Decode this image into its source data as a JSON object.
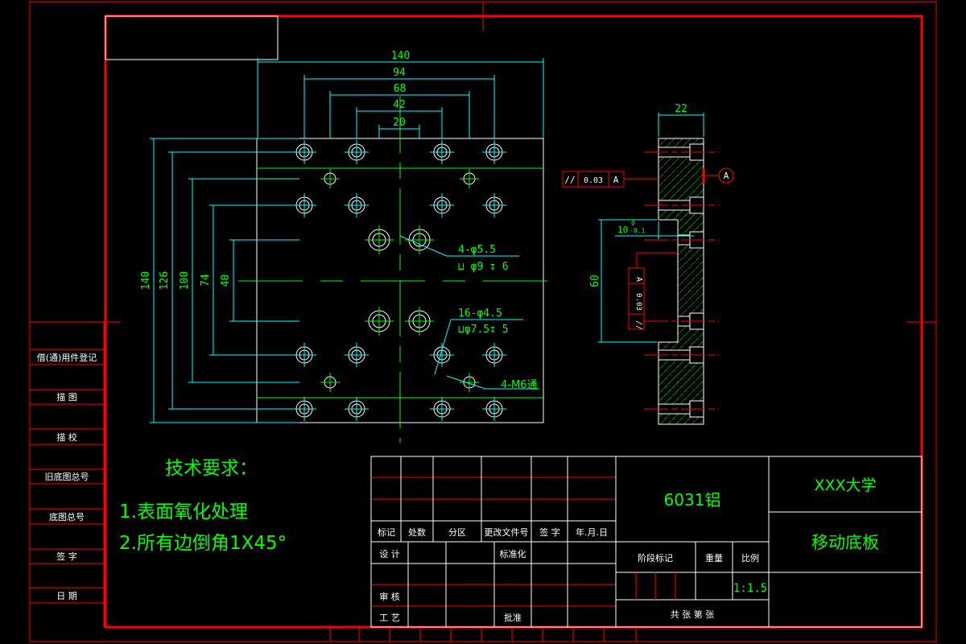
{
  "colors": {
    "frame": "#ff0000",
    "outline": "#ffffff",
    "dimension": "#00ffff",
    "text": "#00ff00",
    "background": "#000000"
  },
  "top_view": {
    "dims_horizontal": [
      "140",
      "94",
      "68",
      "42",
      "20"
    ],
    "dims_vertical": [
      "140",
      "126",
      "100",
      "74",
      "40"
    ],
    "callout_1": {
      "line1": "4-φ5.5",
      "line2": "⊔ φ9 ↧ 6"
    },
    "callout_2": {
      "line1": "16-φ4.5",
      "line2": "⊔φ7.5↧ 5"
    },
    "callout_3": "4-M6通"
  },
  "side_view": {
    "dim_width": "22",
    "dim_height": "60",
    "dim_step": "10",
    "dim_step_tol_upper": "0",
    "dim_step_tol_lower": "-0.1",
    "datum_label": "A",
    "tolerance_frame_1": {
      "symbol": "//",
      "value": "0.03",
      "datum": "A"
    },
    "tolerance_frame_2": {
      "symbol": "//",
      "value": "0.03",
      "datum": "A"
    }
  },
  "tech_requirements": {
    "title": "技术要求：",
    "items": [
      "1.表面氧化处理",
      "2.所有边倒角1X45°"
    ]
  },
  "left_strip": [
    "借(通)用件登记",
    "描  图",
    "描  校",
    "旧底图总号",
    "底图总号",
    "签  字",
    "日  期"
  ],
  "title_block": {
    "headers": [
      "标记",
      "处数",
      "分区",
      "更改文件号",
      "签 字",
      "年.月.日"
    ],
    "design": "设 计",
    "standardize": "标准化",
    "review": "审 核",
    "process": "工 艺",
    "approve": "批准",
    "material": "6031铝",
    "school": "XXX大学",
    "part_name": "移动底板",
    "stage_mark": "阶段标记",
    "weight": "重量",
    "scale_label": "比例",
    "scale": "1:1.5",
    "sheets": "共    张   第    张"
  }
}
